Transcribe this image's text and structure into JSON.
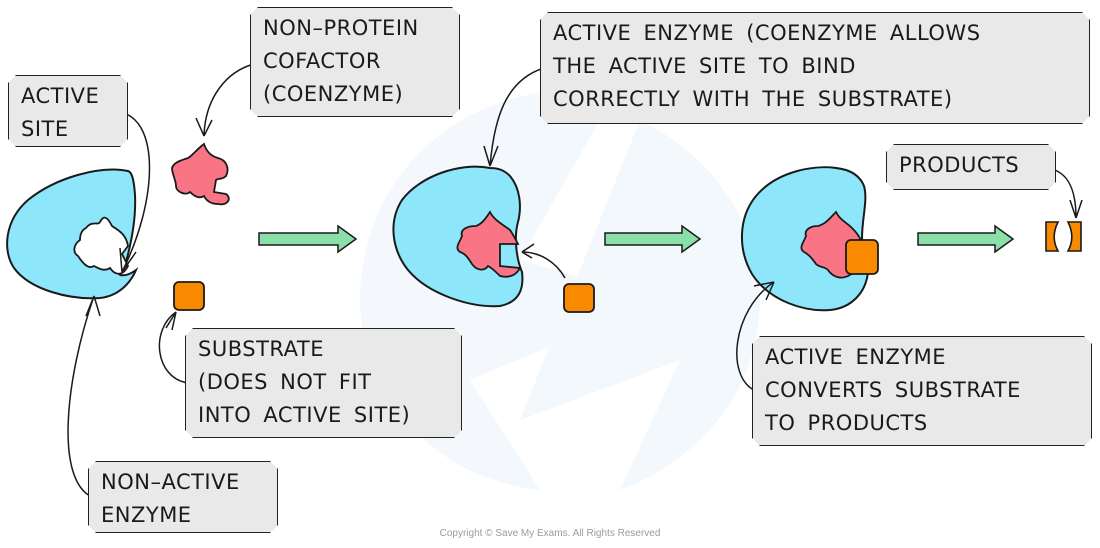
{
  "title": "Enzyme activation by a non-protein cofactor (coenzyme)",
  "colors": {
    "enzyme": "#8ee6fb",
    "coenzyme": "#f97585",
    "substrate": "#f98a00",
    "arrow": "#8bdfa9",
    "label_bg": "#e9e9e9",
    "outline": "#1a1a1a"
  },
  "labels": {
    "active_site": [
      "ACTIVE",
      "SITE"
    ],
    "cofactor": [
      "NON–PROTEIN",
      "COFACTOR",
      "(COENZYME)"
    ],
    "substrate": [
      "SUBSTRATE",
      "(DOES NOT FIT",
      "INTO ACTIVE SITE)"
    ],
    "non_active_enzyme": [
      "NON–ACTIVE",
      "ENZYME"
    ],
    "active_enzyme": [
      "ACTIVE ENZYME (COENZYME ALLOWS",
      "THE ACTIVE SITE TO BIND",
      "CORRECTLY WITH THE SUBSTRATE)"
    ],
    "products": [
      "PRODUCTS"
    ],
    "converts": [
      "ACTIVE ENZYME",
      "CONVERTS SUBSTRATE",
      "TO PRODUCTS"
    ]
  },
  "stages": [
    "non-active enzyme + cofactor + substrate",
    "coenzyme bound, substrate approaching",
    "enzyme-substrate complex",
    "products released"
  ],
  "copyright": "Copyright © Save My Exams. All Rights Reserved"
}
